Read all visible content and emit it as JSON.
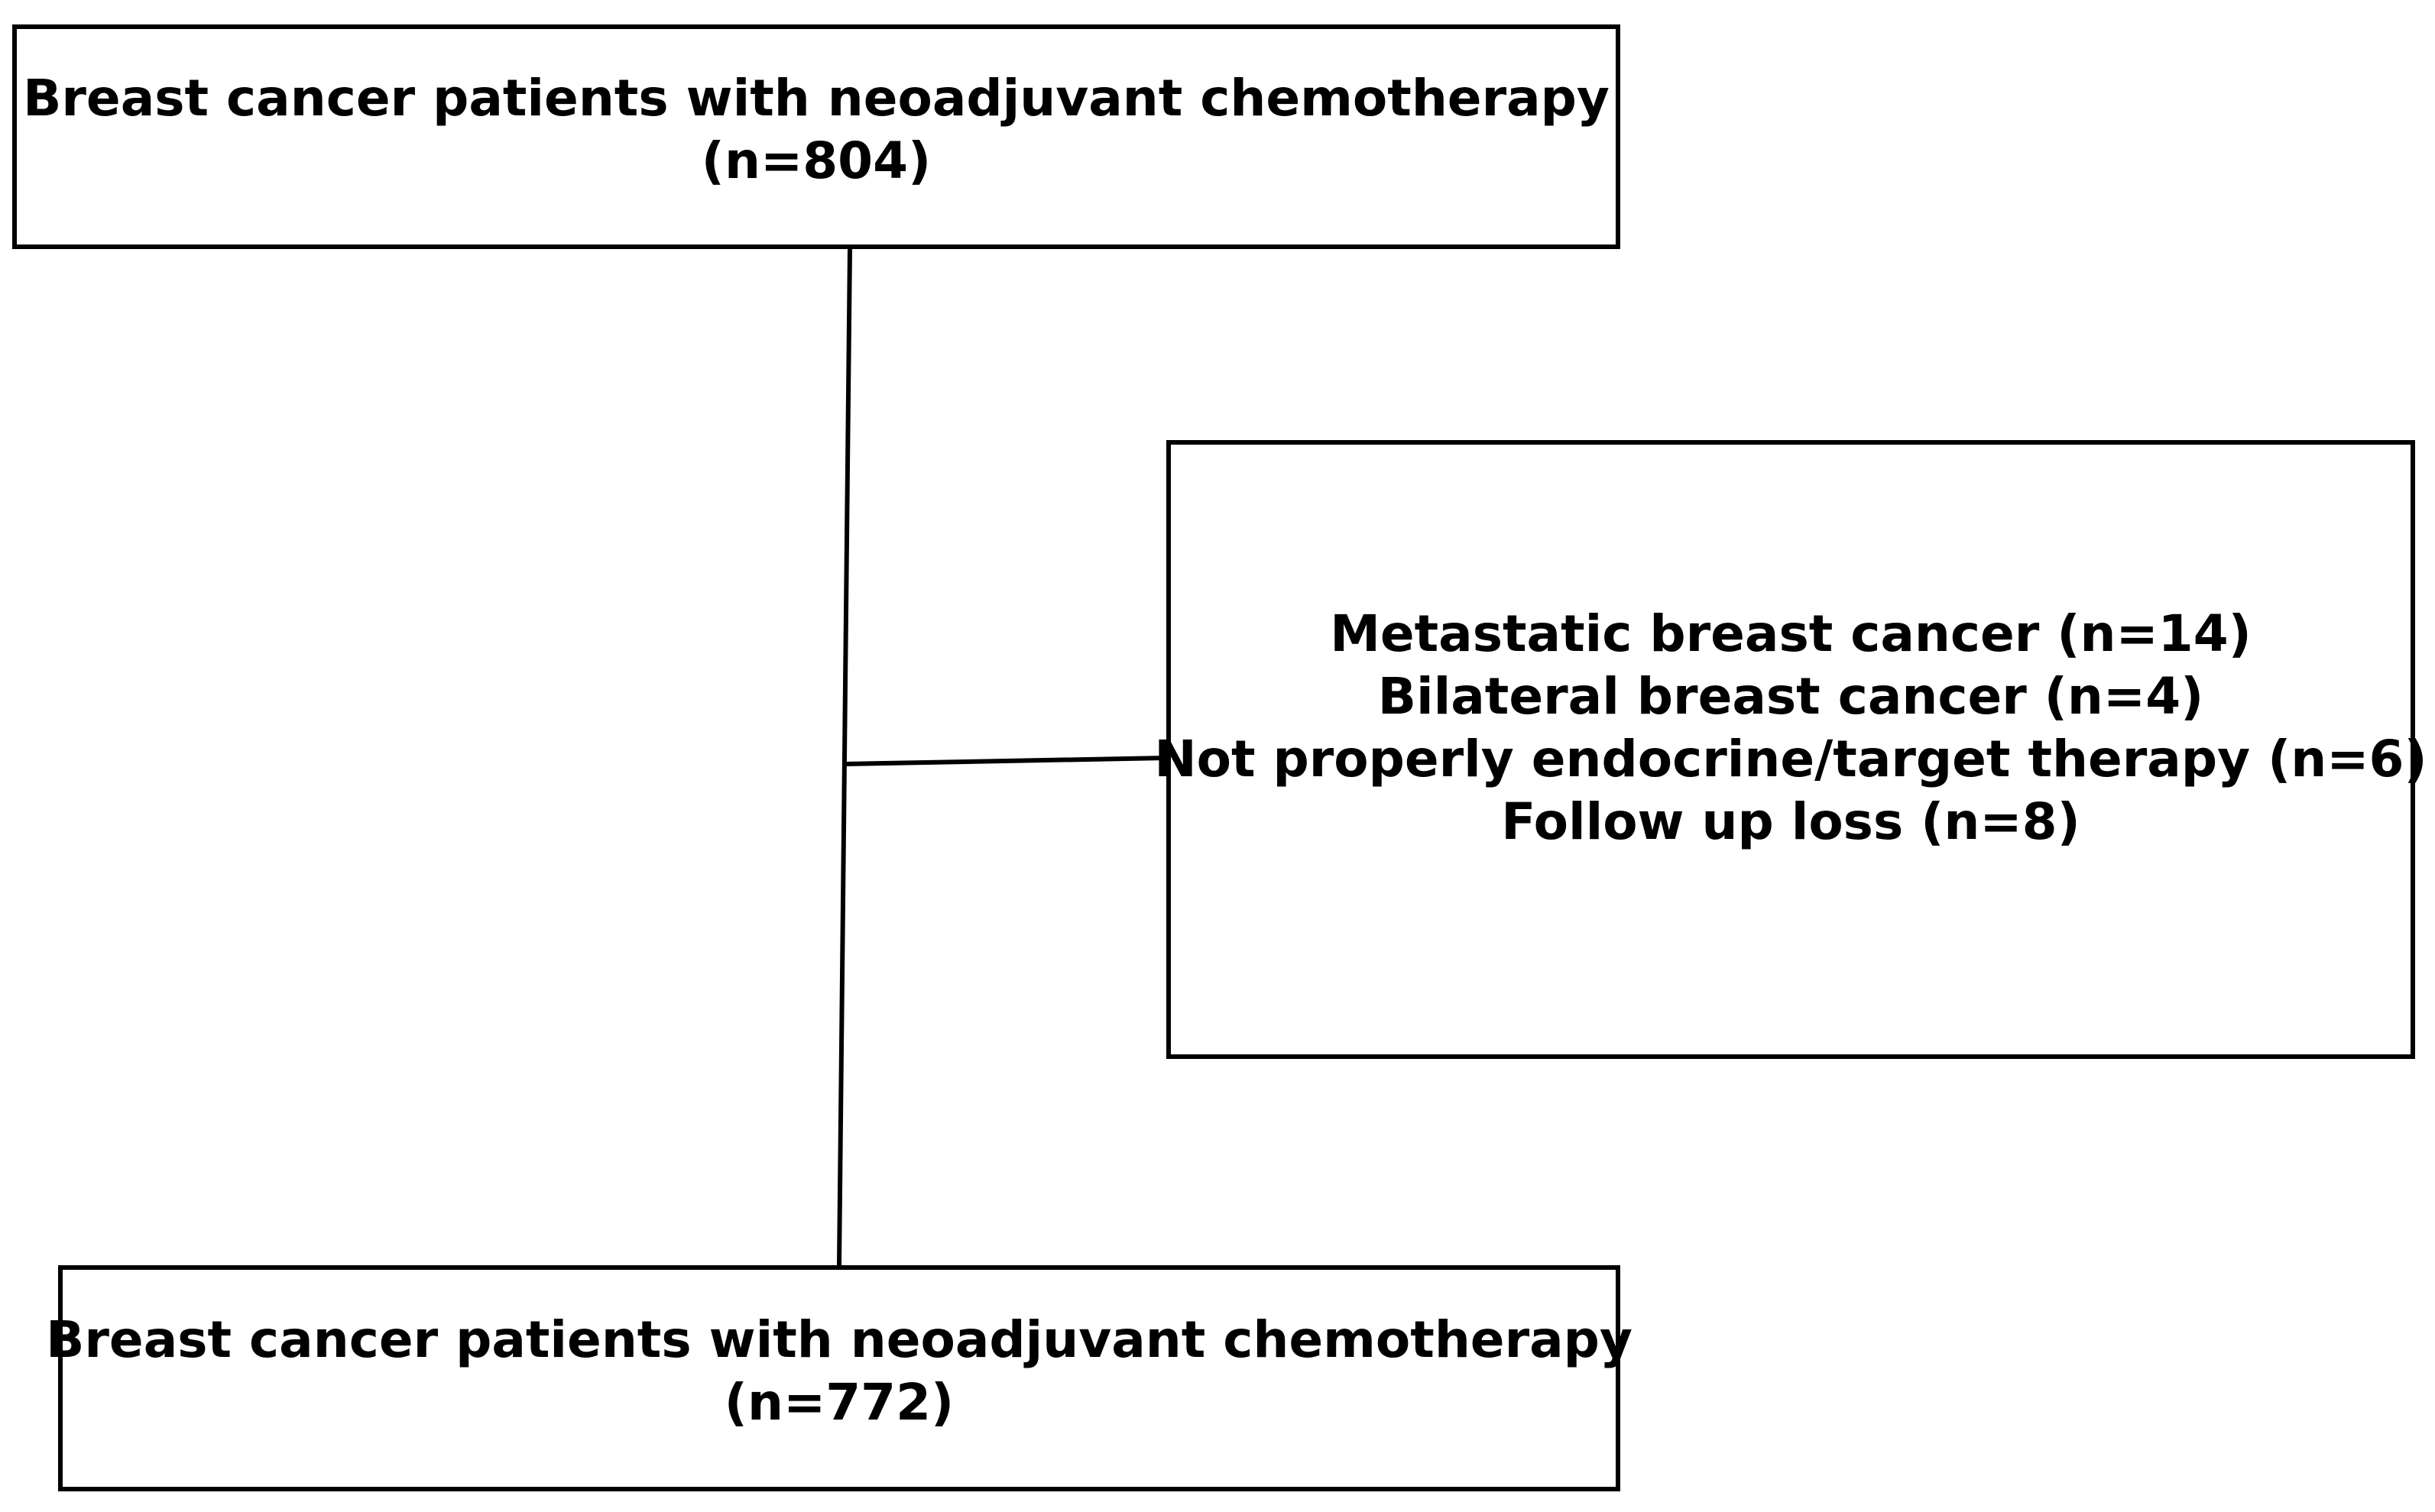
{
  "flowchart": {
    "top_box": {
      "line1": "Breast cancer patients with neoadjuvant chemotherapy",
      "line2": "(n=804)"
    },
    "exclusion_box": {
      "items": [
        "Metastatic breast cancer (n=14)",
        "Bilateral breast cancer (n=4)",
        "Not properly endocrine/target therapy (n=6)",
        "Follow up loss (n=8)"
      ]
    },
    "bottom_box": {
      "line1": "Breast cancer patients with neoadjuvant chemotherapy",
      "line2": "(n=772)"
    }
  },
  "colors": {
    "stroke": "#000000",
    "background": "#ffffff",
    "text": "#000000"
  }
}
